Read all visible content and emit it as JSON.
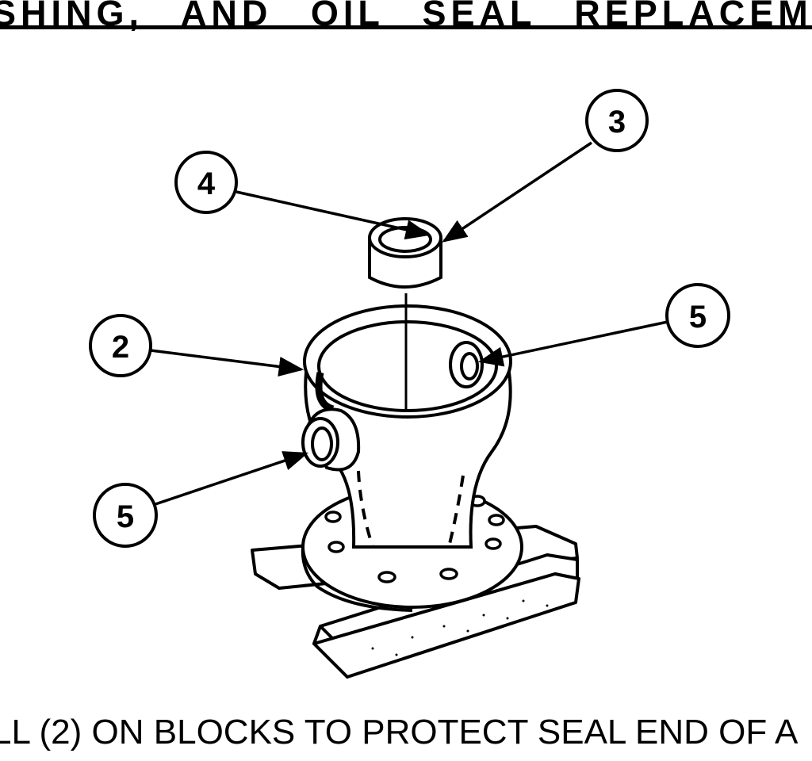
{
  "header": {
    "title": "SHING,  AND  OIL  SEAL  REPLACEMENT"
  },
  "figure": {
    "callouts": [
      {
        "id": "c3",
        "label": "3"
      },
      {
        "id": "c4",
        "label": "4"
      },
      {
        "id": "c2",
        "label": "2"
      },
      {
        "id": "c5a",
        "label": "5"
      },
      {
        "id": "c5b",
        "label": "5"
      }
    ]
  },
  "caption": {
    "text": "LL (2) ON BLOCKS TO PROTECT SEAL END OF A"
  }
}
